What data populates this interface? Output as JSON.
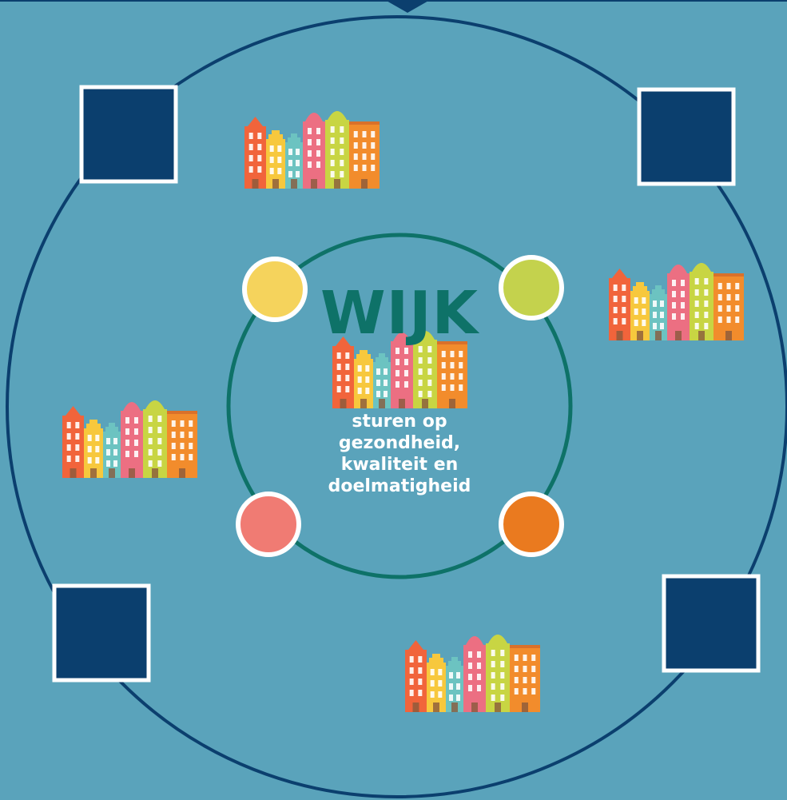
{
  "center": {
    "title": "WIJK",
    "subtitle_lines": [
      "sturen op",
      "gezondheid,",
      "kwaliteit en",
      "doelmatigheid"
    ]
  },
  "colors": {
    "background": "#5aa3bb",
    "outer_ring": "#0b3f6e",
    "inner_ring": "#0e7268",
    "title": "#0e7268",
    "square_fill": "#0b3f6e",
    "square_border": "#ffffff",
    "dot_yellow": "#f5d35c",
    "dot_lime": "#c4d24d",
    "dot_coral": "#f07b73",
    "dot_orange": "#ea7a1f"
  },
  "icons": {
    "square_nodes": "dark-blue-square",
    "color_dots": "colored-circle",
    "buildings": "canal-houses-icon"
  }
}
